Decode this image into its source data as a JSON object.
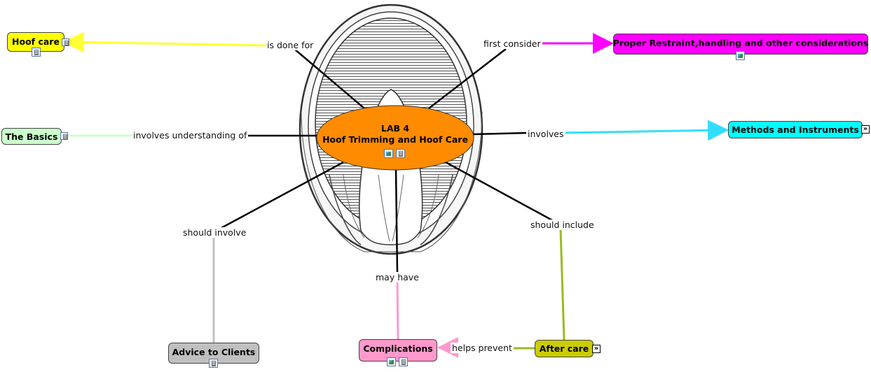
{
  "center": {
    "line1": "LAB 4",
    "line2": "Hoof Trimming and Hoof Care",
    "color": "#ff8c00",
    "resources": [
      "image-icon",
      "document-icon"
    ]
  },
  "nodes": {
    "hoof_care": {
      "label": "Hoof care",
      "color": "#ffff00",
      "resources": [
        "document-icon"
      ]
    },
    "restraint": {
      "label": "Proper Restraint,handling and other considerations",
      "color": "#ff00ff",
      "resources": [
        "image-icon"
      ]
    },
    "basics": {
      "label": "The Basics",
      "color": "#ccffcc",
      "resources": []
    },
    "methods": {
      "label": "Methods and Instruments",
      "color": "#00ffff",
      "resources": []
    },
    "advice": {
      "label": "Advice to Clients",
      "color": "#c0c0c0",
      "resources": [
        "document-icon"
      ]
    },
    "complications": {
      "label": "Complications",
      "color": "#ff99cc",
      "resources": [
        "image-icon",
        "document-icon"
      ]
    },
    "after_care": {
      "label": "After care",
      "color": "#cccc00",
      "resources": []
    }
  },
  "links": {
    "is_done_for": "is done for",
    "first_consider": "first consider",
    "involves_understanding_of": "involves understanding of",
    "involves": "involves",
    "should_involve": "should involve",
    "may_have": "may have",
    "should_include": "should include",
    "helps_prevent": "helps prevent"
  },
  "expand_glyph": "»",
  "colors": {
    "line_black": "#000000",
    "yellow_link": "#ffff33",
    "magenta_link": "#ff00ff",
    "green_link": "#ccffcc",
    "cyan_link": "#33ddff",
    "gray_link": "#c0c0c0",
    "pink_link": "#ff99cc",
    "olive_link": "#99bb22"
  }
}
